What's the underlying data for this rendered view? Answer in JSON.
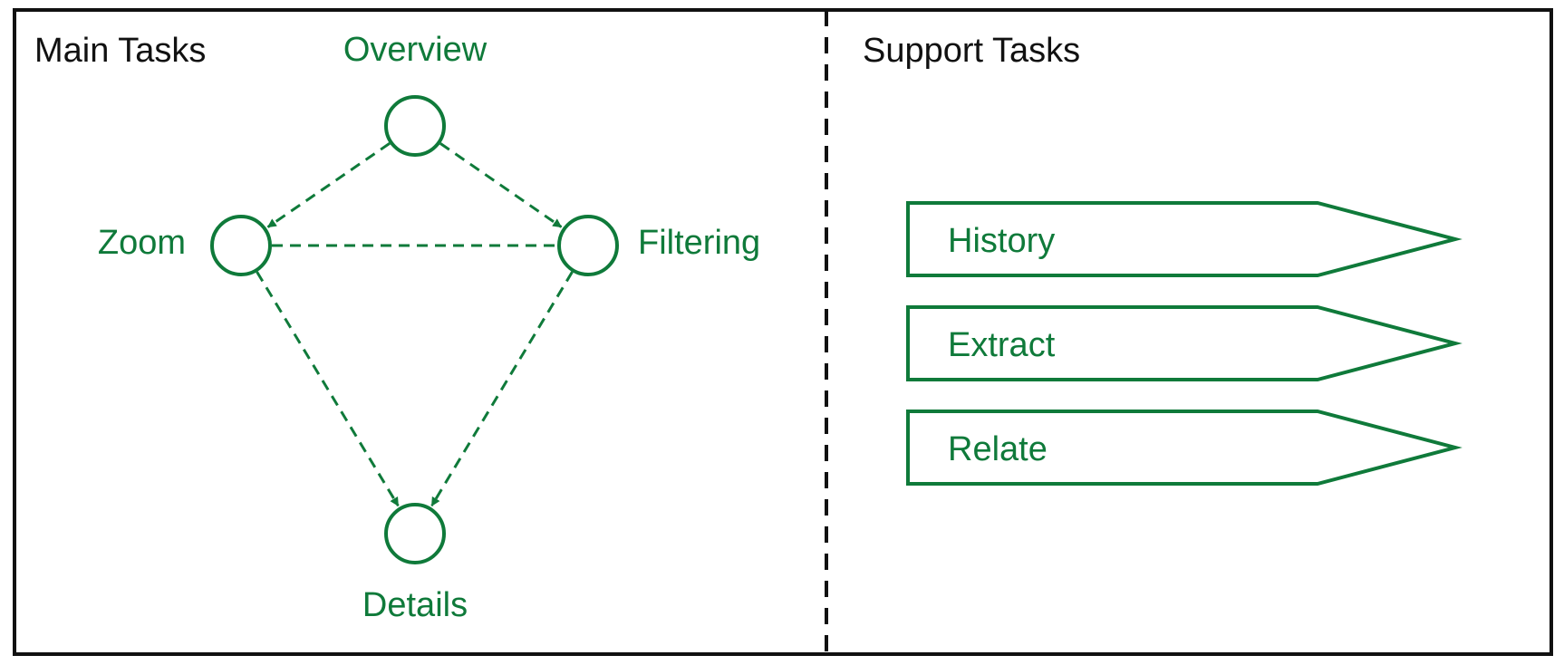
{
  "colors": {
    "accent": "#0f7a3a",
    "border": "#111111",
    "background": "#ffffff"
  },
  "main_panel": {
    "title": "Main Tasks",
    "nodes": [
      {
        "id": "overview",
        "label": "Overview"
      },
      {
        "id": "zoom",
        "label": "Zoom"
      },
      {
        "id": "filtering",
        "label": "Filtering"
      },
      {
        "id": "details",
        "label": "Details"
      }
    ],
    "edges": [
      {
        "from": "overview",
        "to": "zoom",
        "arrow": true
      },
      {
        "from": "overview",
        "to": "filtering",
        "arrow": true
      },
      {
        "from": "zoom",
        "to": "filtering",
        "arrow": false
      },
      {
        "from": "zoom",
        "to": "details",
        "arrow": true
      },
      {
        "from": "filtering",
        "to": "details",
        "arrow": true
      }
    ]
  },
  "support_panel": {
    "title": "Support Tasks",
    "tags": [
      {
        "label": "History"
      },
      {
        "label": "Extract"
      },
      {
        "label": "Relate"
      }
    ]
  }
}
